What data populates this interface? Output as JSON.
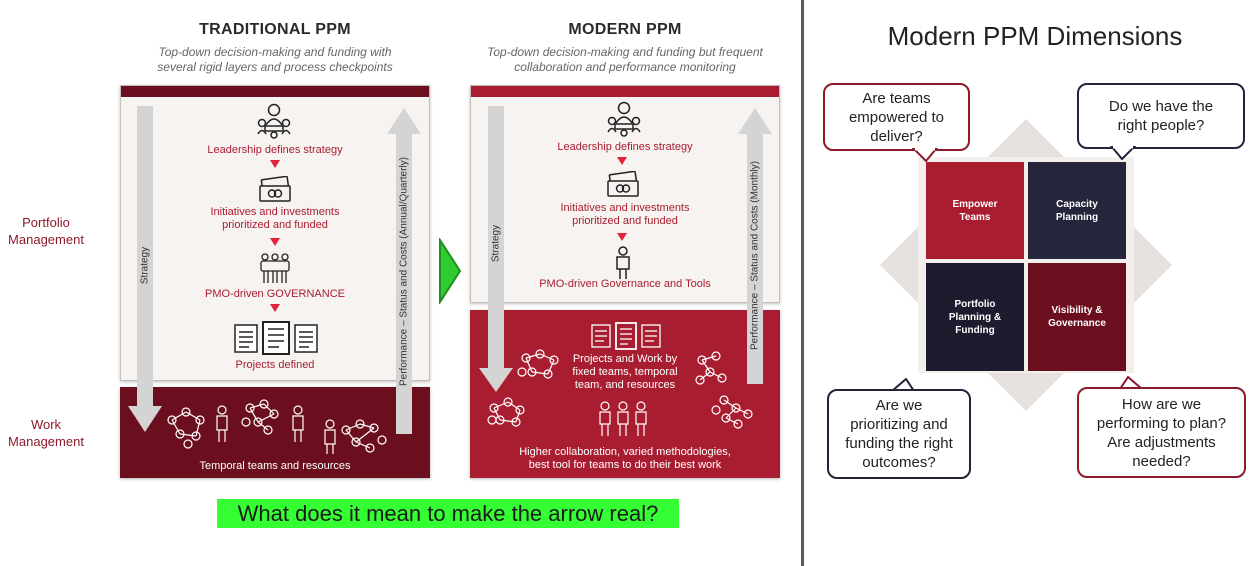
{
  "traditional": {
    "title": "TRADITIONAL PPM",
    "subtitle_line1": "Top-down decision-making and funding with",
    "subtitle_line2": "several rigid layers and process checkpoints",
    "steps": [
      [
        "Leadership defines strategy"
      ],
      [
        "Initiatives and investments",
        "prioritized and funded"
      ],
      [
        "PMO-driven GOVERNANCE"
      ],
      [
        "Projects defined"
      ]
    ],
    "bottom_label": "Temporal teams and resources",
    "down_arrow_label": "Strategy",
    "up_arrow_label": "Performance – Status and Costs (Annual/Quarterly)"
  },
  "modern": {
    "title": "MODERN PPM",
    "subtitle_line1": "Top-down decision-making and funding but frequent",
    "subtitle_line2": "collaboration and performance monitoring",
    "steps": [
      [
        "Leadership defines strategy"
      ],
      [
        "Initiatives and investments",
        "prioritized and funded"
      ],
      [
        "PMO-driven Governance and Tools"
      ]
    ],
    "work_text": [
      "Projects and Work by",
      "fixed teams, temporal",
      "team, and resources"
    ],
    "bottom_text": [
      "Higher collaboration, varied methodologies,",
      "best tool for teams to do their best work"
    ],
    "down_arrow_label": "Strategy",
    "up_arrow_label": "Performance – Status and Costs (Monthly)"
  },
  "side_labels": {
    "portfolio": [
      "Portfolio",
      "Management"
    ],
    "work": [
      "Work",
      "Management"
    ]
  },
  "question": "What does it mean to make the arrow real?",
  "dimensions": {
    "title": "Modern PPM Dimensions",
    "quadrants": [
      {
        "label": [
          "Empower",
          "Teams"
        ],
        "color": "#a91d30"
      },
      {
        "label": [
          "Capacity",
          "Planning"
        ],
        "color": "#25253b"
      },
      {
        "label": [
          "Portfolio",
          "Planning &",
          "Funding"
        ],
        "color": "#1c1c2e"
      },
      {
        "label": [
          "Visibility &",
          "Governance"
        ],
        "color": "#6b0f1e"
      }
    ],
    "bubbles": [
      {
        "lines": [
          "Are teams",
          "empowered to",
          "deliver?"
        ]
      },
      {
        "lines": [
          "Do we have the",
          "right people?"
        ]
      },
      {
        "lines": [
          "Are we",
          "prioritizing and",
          "funding the right",
          "outcomes?"
        ]
      },
      {
        "lines": [
          "How are we",
          "performing to plan?",
          "Are adjustments",
          "needed?"
        ]
      }
    ]
  },
  "colors": {
    "dark_red": "#6b0f1e",
    "bright_red": "#a91d30",
    "navy": "#23243a",
    "green_highlight": "#33ff33",
    "green_arrow": "#2ecc2e"
  }
}
